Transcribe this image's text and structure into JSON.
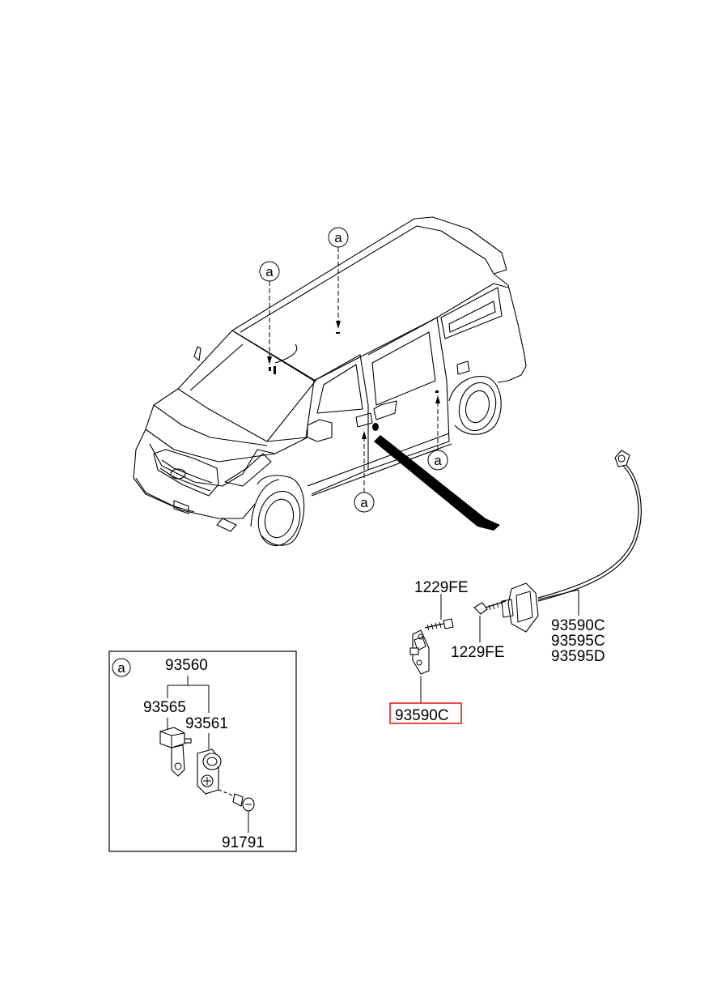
{
  "callout_letter": "a",
  "labels": {
    "bolt_top": "1229FE",
    "bolt_right": "1229FE",
    "harness_1": "93590C",
    "harness_2": "93595C",
    "harness_3": "93595D",
    "highlighted_part": "93590C"
  },
  "inset": {
    "letter": "a",
    "assembly": "93560",
    "switch": "93565",
    "cover": "93561",
    "screw": "91791"
  },
  "colors": {
    "highlight": "#e0201b",
    "line": "#000000"
  }
}
